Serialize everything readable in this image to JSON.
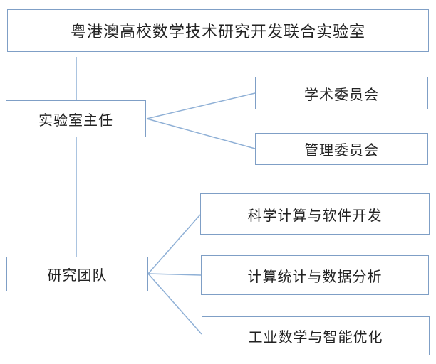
{
  "root": {
    "label": "粤港澳高校数学技术研究开发联合实验室"
  },
  "director": {
    "label": "实验室主任"
  },
  "committees": [
    {
      "label": "学术委员会"
    },
    {
      "label": "管理委员会"
    }
  ],
  "team": {
    "label": "研究团队"
  },
  "groups": [
    {
      "label": "科学计算与软件开发"
    },
    {
      "label": "计算统计与数据分析"
    },
    {
      "label": "工业数学与智能优化"
    }
  ],
  "colors": {
    "border": "#7f9fc6",
    "connector": "#8fb0d6"
  }
}
